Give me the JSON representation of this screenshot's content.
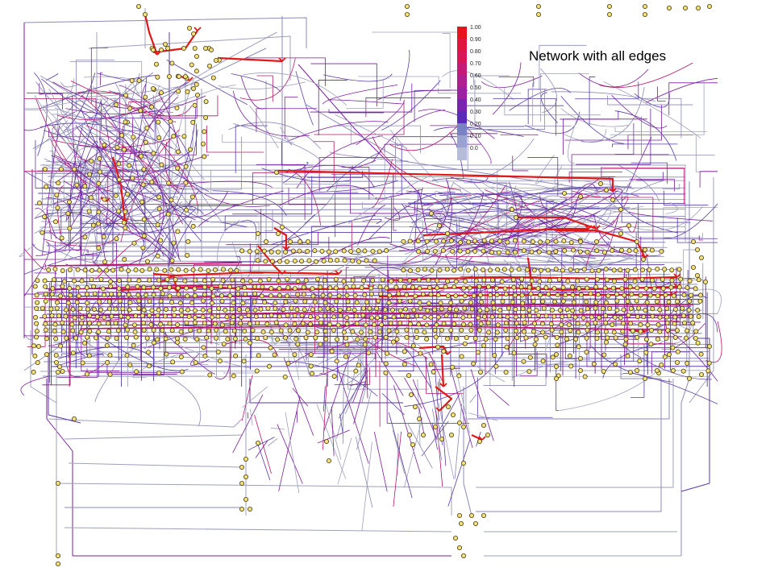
{
  "caption": "Network with all edges",
  "legend": {
    "labels": [
      "1.00",
      "0.90",
      "0.80",
      "0.70",
      "0.60",
      "0.50",
      "0.40",
      "0.30",
      "0.20",
      "0.10",
      "0.0"
    ],
    "colors": [
      "#e8141c",
      "#e21440",
      "#d81658",
      "#c61a78",
      "#b01e90",
      "#9a22a0",
      "#7a22b0",
      "#5a2ab8",
      "#7a82c4",
      "#9aa2d0",
      "#b4bcd8"
    ]
  },
  "edge_colors": {
    "strong": "#e01818",
    "high": "#b8166e",
    "mid": "#7a1e9c",
    "low": "#5a3aa6",
    "weak": "#8a8ab8",
    "faint": "#9ea0bc"
  },
  "node_style": {
    "fill": "#f2e27a",
    "stroke": "#4a3a10"
  }
}
